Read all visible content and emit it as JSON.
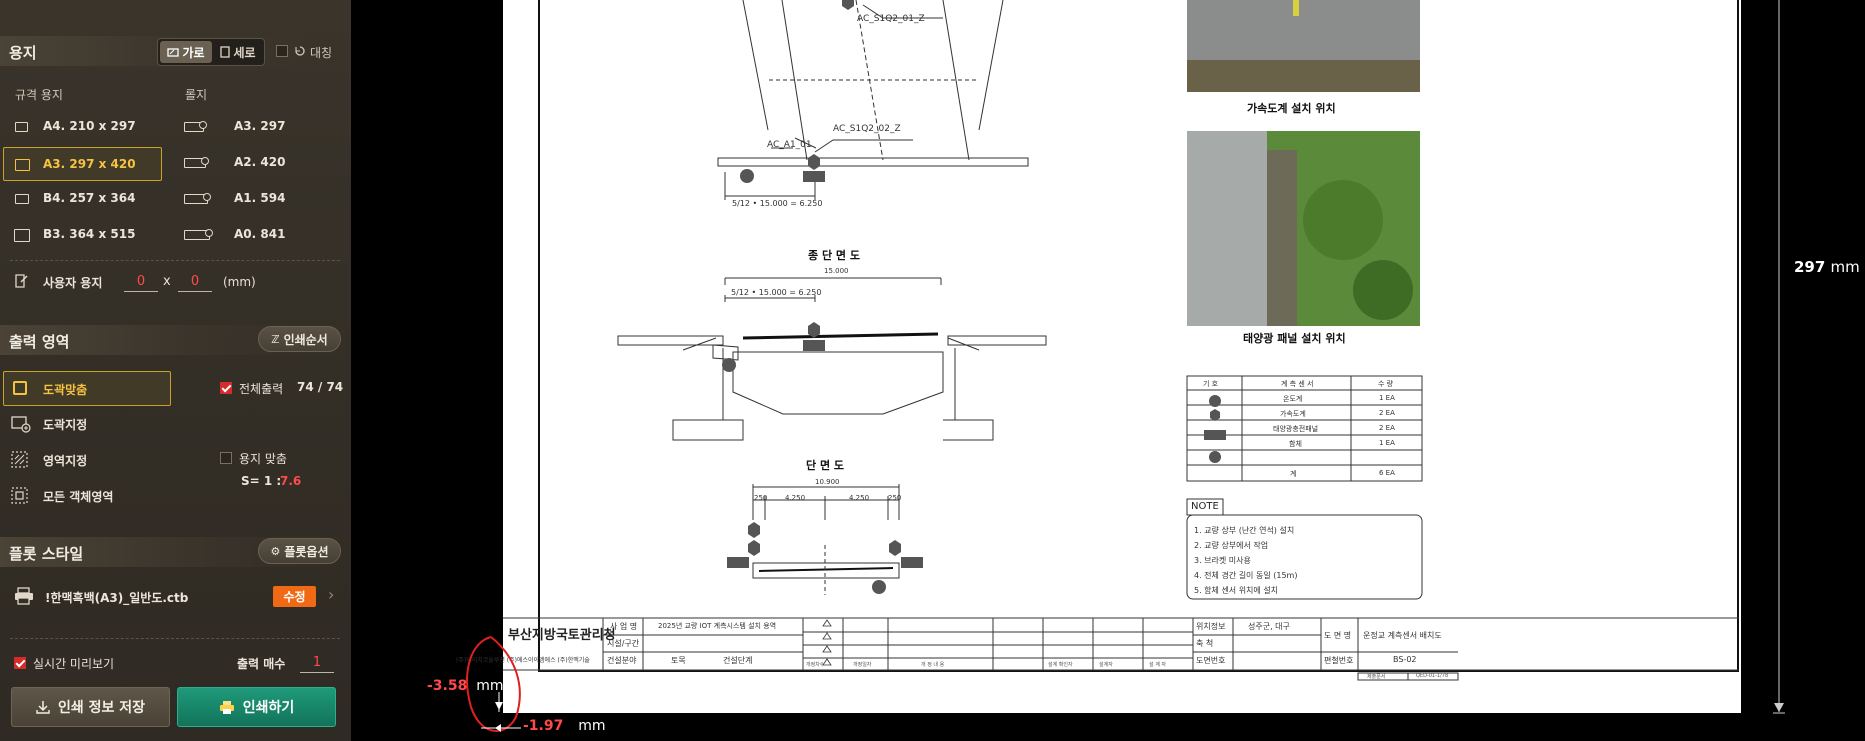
{
  "paper": {
    "title": "용지",
    "orient_landscape": "가로",
    "orient_portrait": "세로",
    "symmetric_label": "대칭",
    "standard_header": "규격 용지",
    "roll_header": "롤지",
    "standard": [
      {
        "label": "A4. 210 x 297",
        "selected": false
      },
      {
        "label": "A3. 297 x 420",
        "selected": true
      },
      {
        "label": "B4. 257 x 364",
        "selected": false
      },
      {
        "label": "B3. 364 x 515",
        "selected": false
      }
    ],
    "roll": [
      {
        "label": "A3. 297"
      },
      {
        "label": "A2. 420"
      },
      {
        "label": "A1. 594"
      },
      {
        "label": "A0. 841"
      }
    ],
    "custom_label": "사용자 용지",
    "custom_w": "0",
    "custom_x": "x",
    "custom_h": "0",
    "custom_unit": "(mm)"
  },
  "output": {
    "title": "출력 영역",
    "print_order_button": "인쇄순서",
    "modes": [
      {
        "label": "도곽맞춤",
        "selected": true
      },
      {
        "label": "도곽지정",
        "selected": false
      },
      {
        "label": "영역지정",
        "selected": false
      },
      {
        "label": "모든 객체영역",
        "selected": false
      }
    ],
    "full_output_label": "전체출력",
    "full_output_checked": true,
    "page_count": "74 / 74",
    "fit_paper_label": "용지 맞춤",
    "scale_prefix": "S= 1 :",
    "scale_value": "7.6"
  },
  "plot_style": {
    "title": "플롯 스타일",
    "options_button": "플롯옵션",
    "ctb_name": "!한맥흑백(A3)_일반도.ctb",
    "edit_button": "수정"
  },
  "footer": {
    "live_preview_label": "실시간 미리보기",
    "live_preview_checked": true,
    "copies_label": "출력 매수",
    "copies_value": "1",
    "save_button": "인쇄 정보 저장",
    "print_button": "인쇄하기"
  },
  "preview": {
    "height_value": "297",
    "height_unit": "mm",
    "offset_y_value": "-3.58",
    "offset_y_unit": "mm",
    "offset_x_value": "-1.97",
    "offset_x_unit": "mm"
  },
  "drawing": {
    "labels": {
      "ac_s1q2_01_z": "AC_S1Q2_01_Z",
      "ac_a1_01": "AC_A1_01",
      "ac_s1q2_02_z": "AC_S1Q2_02_Z",
      "dim_top": "5/12 • 15.000 = 6.250",
      "longitudinal_title": "종 단 면 도",
      "dim_15000": "15.000",
      "dim_mid": "5/12 • 15.000 = 6.250",
      "cross_title": "단 면 도",
      "dim_10900": "10.900",
      "dim_250_l": "250",
      "dim_4250_l": "4.250",
      "dim_4250_r": "4.250",
      "dim_250_r": "250"
    },
    "photo1_caption": "가속도계 설치 위치",
    "photo2_caption": "태양광 패널 설치 위치",
    "sensor_table": {
      "headers": [
        "기 호",
        "계 측 센 서",
        "수 량"
      ],
      "rows": [
        {
          "sensor": "온도계",
          "qty": "1 EA"
        },
        {
          "sensor": "가속도계",
          "qty": "2 EA"
        },
        {
          "sensor": "태양광충전패널",
          "qty": "2 EA"
        },
        {
          "sensor": "함체",
          "qty": "1 EA"
        }
      ],
      "total_label": "계",
      "total_qty": "6 EA"
    },
    "note_title": "NOTE",
    "notes": [
      "1. 교량 상부 (난간 연석) 설치",
      "2. 교량 상부에서 작업",
      "3. 브라켓 미사용",
      "4. 전체 경간 길이 동일 (15m)",
      "5. 함체 센서 위치에 설치"
    ],
    "title_block": {
      "agency": "부산지방국토관리청",
      "companies": "(주)에이치코솔루션  (주)에스이이엠에스  (주)한맥기술",
      "project_label": "사 업 명",
      "project_value": "2025년 교량 IOT 계측시스템 설치 용역",
      "facility_label": "시설/구간",
      "construction_label": "건설분야",
      "field_value": "토목",
      "stage_value": "건설단계",
      "rev_headers": [
        "개정차수",
        "개정일자",
        "개 정 내 용",
        "설계 확인자",
        "설계자",
        "설 계 자"
      ],
      "location_label": "위치정보",
      "location_value": "성주군, 대구",
      "scale_label": "축    척",
      "drawing_no_label": "도면번호",
      "drawing_name_label": "도 면 명",
      "drawing_name_value": "운정교 계측센서 배치도",
      "edit_no_label": "편철번호",
      "edit_no_value": "BS-02",
      "footer_left": "제출문서",
      "footer_right": "QED-01-1/78"
    }
  }
}
